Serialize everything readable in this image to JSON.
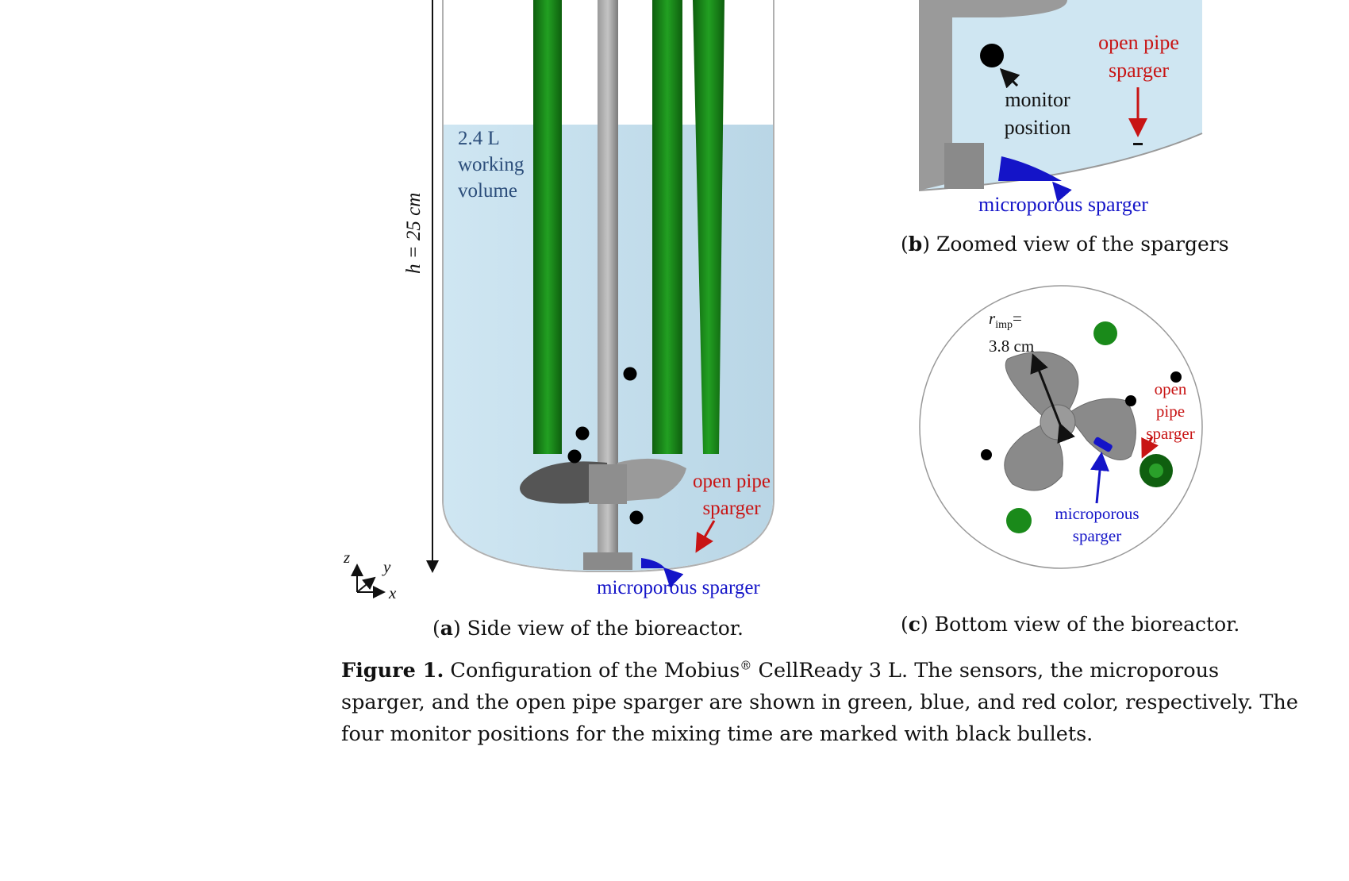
{
  "panel_a": {
    "height_label": "h = 25 cm",
    "volume_label": [
      "2.4 L",
      "working",
      "volume"
    ],
    "open_pipe_label": [
      "open pipe",
      "sparger"
    ],
    "microporous_label": "microporous sparger",
    "axis_z": "z",
    "axis_y": "y",
    "axis_x": "x",
    "caption_letter": "a",
    "caption_text": " Side view of the bioreactor."
  },
  "panel_b": {
    "open_pipe_label": [
      "open pipe",
      "sparger"
    ],
    "monitor_label": [
      "monitor",
      "position"
    ],
    "microporous_label": "microporous sparger",
    "caption_letter": "b",
    "caption_text": " Zoomed view of the spargers"
  },
  "panel_c": {
    "radius_symbol": "r",
    "radius_subscript": "imp",
    "radius_equals": "=",
    "radius_value": "3.8 cm",
    "open_pipe_label": [
      "open",
      "pipe",
      "sparger"
    ],
    "microporous_label": [
      "microporous",
      "sparger"
    ],
    "caption_letter": "c",
    "caption_text": " Bottom view of the bioreactor."
  },
  "caption": {
    "figure_number": "Figure 1.",
    "text_before_sup": " Configuration of the Mobius",
    "superscript": "®",
    "text_after_sup": " CellReady 3 L. The sensors, the microporous sparger, and the open pipe sparger are shown in green, blue, and red color, respectively. The four monitor positions for the mixing time are marked with black bullets."
  },
  "colors": {
    "sensor_green": "#1a7f1a",
    "microporous_blue": "#1414c8",
    "open_pipe_red": "#c81414",
    "liquid_blue": "#cfe6f2",
    "impeller_gray": "#8a8a8a"
  }
}
